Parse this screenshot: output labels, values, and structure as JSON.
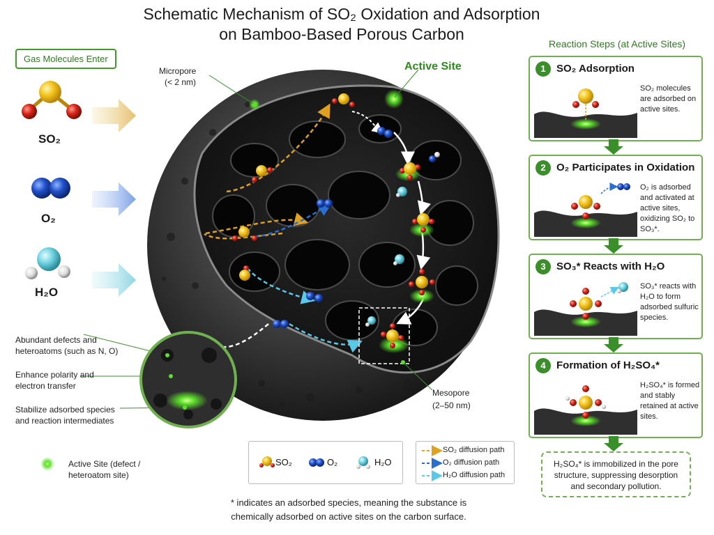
{
  "title": {
    "line1": "Schematic Mechanism of SO₂ Oxidation and Adsorption",
    "line2": "on Bamboo-Based Porous Carbon"
  },
  "gases": {
    "header": "Gas Molecules Enter",
    "items": [
      "SO₂",
      "O₂",
      "H₂O"
    ]
  },
  "annotations": {
    "micropore": "Micropore",
    "micropore_size": "(< 2 nm)",
    "active_site": "Active Site",
    "mesopore": "Mesopore",
    "mesopore_size": "(2–50 nm)",
    "defects_1": "Abundant defects and",
    "defects_2": "heteroatoms (such as N, O)",
    "polarity_1": "Enhance polarity and",
    "polarity_2": "electron transfer",
    "stabilize_1": "Stabilize adsorbed species",
    "stabilize_2": "and reaction intermediates",
    "active_legend_1": "Active Site (defect /",
    "active_legend_2": "heteroatom site)"
  },
  "legend": {
    "molecules": [
      "SO₂",
      "O₂",
      "H₂O"
    ],
    "paths": [
      "SO₂ diffusion path",
      "O₂ diffusion path",
      "H₂O diffusion path"
    ]
  },
  "colors": {
    "so2_path": "#e0a020",
    "o2_path": "#2a6fd0",
    "h2o_path": "#5ac8e8",
    "accent_green": "#3a8f2a",
    "sulfur": "#f2c21a",
    "oxygen": "#d62418",
    "o2_blue": "#1f4fc8",
    "water_cyan": "#6fd3e0"
  },
  "footnote": {
    "line1": "* indicates an adsorbed species, meaning the substance is",
    "line2": "chemically adsorbed on active sites on the carbon surface."
  },
  "steps": {
    "header": "Reaction Steps (at Active Sites)",
    "items": [
      {
        "num": "1",
        "title": "SO₂ Adsorption",
        "desc": "SO₂ molecules are adsorbed on active sites."
      },
      {
        "num": "2",
        "title": "O₂ Participates in Oxidation",
        "desc": "O₂ is adsorbed and activated at active sites, oxidizing SO₂ to SO₃*."
      },
      {
        "num": "3",
        "title": "SO₃* Reacts with H₂O",
        "desc": "SO₃* reacts with H₂O to form adsorbed sulfuric species."
      },
      {
        "num": "4",
        "title": "Formation of H₂SO₄*",
        "desc": "H₂SO₄* is formed and stably retained at active sites."
      }
    ],
    "final": "H₂SO₄* is immobilized in the pore structure, suppressing desorption and secondary pollution."
  }
}
